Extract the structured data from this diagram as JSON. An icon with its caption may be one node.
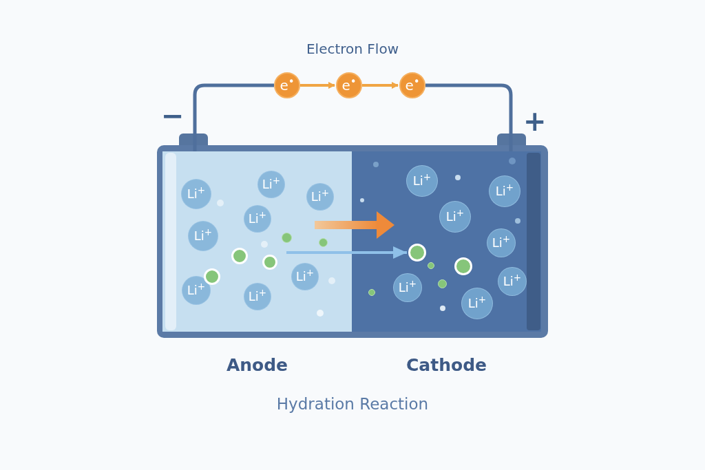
{
  "diagram": {
    "nodes": [
      {
        "text": [
          "Anode"
        ]
      },
      {
        "text": [
          "Li$^{+}$"
        ],
        "in": 0
      },
      {
        "text": [
          "Li$^{+}$"
        ],
        "in": 0
      },
      {
        "text": [
          "Li$^{+}$"
        ],
        "in": 0
      },
      {
        "text": [
          "Li$^{+}$"
        ],
        "in": 0
      },
      {
        "text": [
          "Li$^{+}$"
        ],
        "in": 0
      },
      {
        "text": [
          "Li$^{+}$"
        ],
        "in": 0
      },
      {
        "text": [
          "Li$^{+}$"
        ],
        "in": 0
      },
      {
        "text": [
          "Li$^{+}$"
        ],
        "in": 0
      },
      {
        "text": [],
        "shape": "circle",
        "in": 0
      },
      {
        "text": [],
        "shape": "circle",
        "in": 0
      },
      {
        "text": [],
        "shape": "circle",
        "in": 0
      },
      {
        "text": [],
        "shape": "circle",
        "in": 0
      },
      {
        "text": [],
        "shape": "circle",
        "in": 0
      },
      {
        "text": [
          "Cathode"
        ]
      },
      {
        "text": [
          "Li$^{+}$"
        ],
        "in": 14
      },
      {
        "text": [
          "Li$^{+}$"
        ],
        "in": 14
      },
      {
        "text": [
          "Li$^{+}$"
        ],
        "in": 14
      },
      {
        "text": [
          "Li$^{+}$"
        ],
        "in": 14
      },
      {
        "text": [
          "Li$^{+}$"
        ],
        "in": 14
      },
      {
        "text": [
          "Li$^{+}$"
        ],
        "in": 14
      },
      {
        "text": [
          "Li$^{+}$"
        ],
        "in": 14
      },
      {
        "text": [],
        "shape": "circle",
        "in": 14
      },
      {
        "text": [],
        "shape": "circle",
        "in": 14
      },
      {
        "text": [],
        "shape": "circle",
        "in": 14
      },
      {
        "text": [],
        "shape": "circle",
        "in": 14
      },
      {
        "text": [],
        "shape": "circle",
        "in": 14
      },
      {
        "text": [
          "e$^{•}$"
        ]
      },
      {
        "text": [
          "e$^{•}$"
        ]
      },
      {
        "text": [
          "e$^{•}$"
        ]
      }
    ],
    "edges": [
      {
        "from": 0,
        "to": 27,
        "arrow": "none"
      },
      {
        "from": 27,
        "to": 28,
        "arrow": "to",
        "color": "#f0a544"
      },
      {
        "from": 28,
        "to": 29,
        "arrow": "to",
        "color": "#f0a544"
      },
      {
        "from": 29,
        "to": 14,
        "arrow": "none"
      },
      {
        "from": null,
        "to": 22,
        "arrow": "to",
        "color": "#8fc0e8"
      }
    ],
    "labels": [
      "Electron Flow",
      "−",
      "+",
      "Hydration Reaction"
    ]
  }
}
